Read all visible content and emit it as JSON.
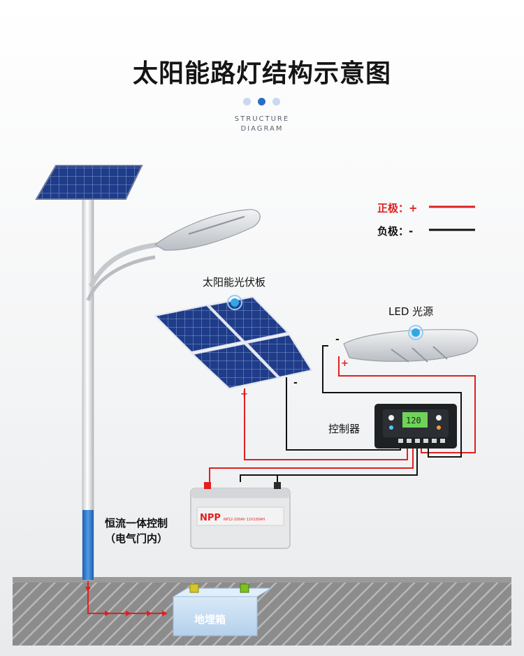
{
  "title": "太阳能路灯结构示意图",
  "subtitle_line1": "STRUCTURE",
  "subtitle_line2": "DIAGRAM",
  "labels": {
    "solar_panel": "太阳能光伏板",
    "led": "LED 光源",
    "controller": "控制器",
    "integrated_control_1": "恒流一体控制",
    "integrated_control_2": "（电气门内）",
    "ground_box": "地埋箱"
  },
  "legend": {
    "positive_label": "正极：",
    "positive_symbol": "+",
    "negative_label": "负极：",
    "negative_symbol": "-"
  },
  "terminals": {
    "panel_positive": "+",
    "panel_negative": "-",
    "led_positive": "+",
    "led_negative": "-"
  },
  "battery": {
    "brand": "NPP",
    "model": "NP12-100Ah 12V100AH"
  },
  "controller_display": "120",
  "colors": {
    "positive_wire": "#e02020",
    "negative_wire": "#111111",
    "accent_blue": "#2a7fd4",
    "panel_cell": "#1f3c8a",
    "pole_blue": "#2f7fd6"
  }
}
